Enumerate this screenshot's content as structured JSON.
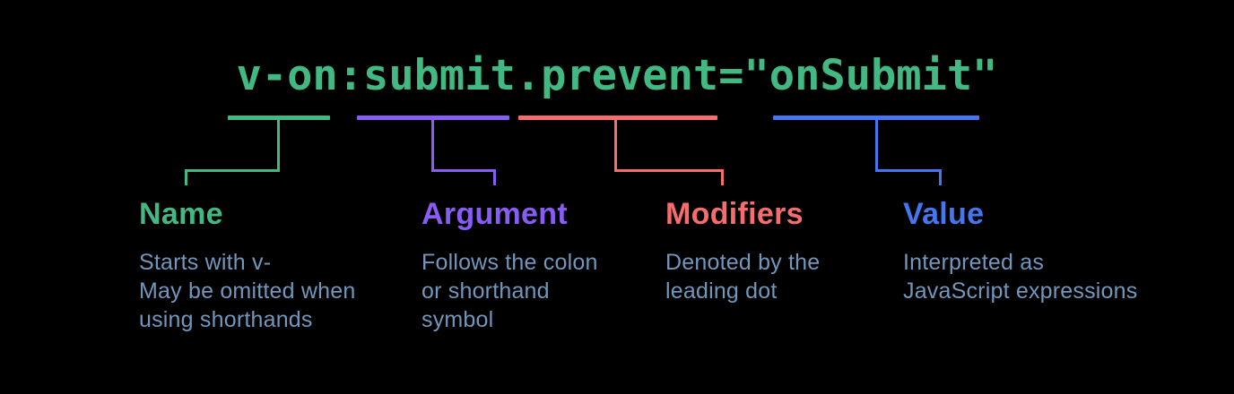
{
  "colors": {
    "background": "#000000",
    "code_green": "#42b883",
    "name": "#42b883",
    "argument": "#8a5cf6",
    "modifiers": "#f76c6c",
    "value": "#4576f2",
    "description_text": "#7197bc"
  },
  "code": {
    "text": "v-on:submit.prevent=\"onSubmit\""
  },
  "segments": [
    {
      "id": "name",
      "label": "Name",
      "code_part": "v-on",
      "color": "#42b883",
      "description_lines": [
        "Starts with v-",
        "May be omitted when",
        "using shorthands"
      ]
    },
    {
      "id": "argument",
      "label": "Argument",
      "code_part": "submit",
      "color": "#8a5cf6",
      "description_lines": [
        "Follows the colon",
        "or shorthand",
        "symbol"
      ]
    },
    {
      "id": "modifiers",
      "label": "Modifiers",
      "code_part": ".prevent",
      "color": "#f76c6c",
      "description_lines": [
        "Denoted by the",
        "leading dot"
      ]
    },
    {
      "id": "value",
      "label": "Value",
      "code_part": "onSubmit",
      "color": "#4576f2",
      "description_lines": [
        "Interpreted as",
        "JavaScript expressions"
      ]
    }
  ]
}
